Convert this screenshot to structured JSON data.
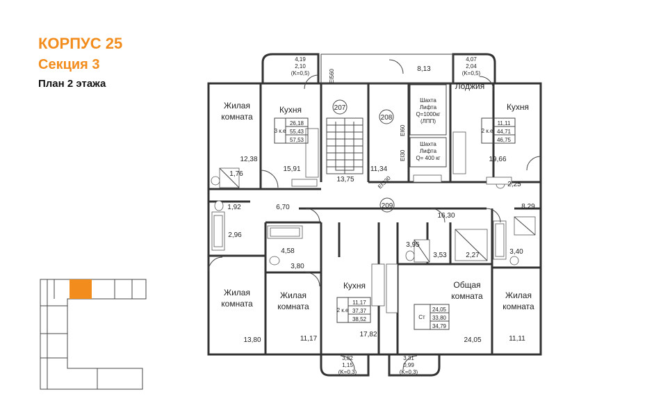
{
  "header": {
    "building": "КОРПУС 25",
    "section": "Секция 3",
    "floor_plan": "План 2 этажа"
  },
  "colors": {
    "accent": "#f28c1c",
    "wall": "#333333",
    "keyplan_highlight": "#f28c1c"
  },
  "rooms": {
    "living_tl": [
      "Жилая",
      "комната"
    ],
    "kitchen_tl": "Кухня",
    "kitchen_tr": "Кухня",
    "loggia_tr": "Лоджия",
    "living_bl": [
      "Жилая",
      "комната"
    ],
    "living_bl2": [
      "Жилая",
      "комната"
    ],
    "kitchen_bc": "Кухня",
    "common_room": [
      "Общая",
      "комната"
    ],
    "living_br": [
      "Жилая",
      "комната"
    ]
  },
  "areas": {
    "a1238": "12,38",
    "a1591": "15,91",
    "a1375": "13,75",
    "a1134": "11,34",
    "a1966": "19,66",
    "a176": "1,76",
    "a192": "1,92",
    "a296": "2,96",
    "a670": "6,70",
    "a458": "4,58",
    "a380": "3,80",
    "a1630": "16,30",
    "a829": "8,29",
    "a225": "2,25",
    "a395": "3,95",
    "a353": "3,53",
    "a227": "2,27",
    "a340": "3,40",
    "a1380": "13,80",
    "a1117": "11,17",
    "a1782": "17,82",
    "a2405": "24,05",
    "a1111": "11,11",
    "a813": "8,13"
  },
  "balconies": {
    "tl": [
      "4,19",
      "2,10",
      "(K=0,5)"
    ],
    "tr": [
      "4,07",
      "2,04",
      "(K=0,5)"
    ],
    "bl": [
      "3,82",
      "1,15",
      "(K=0,3)"
    ],
    "br": [
      "3,31",
      "0,99",
      "(K=0,3)"
    ]
  },
  "apartments": {
    "apt3": {
      "type": "3 к.е",
      "living": "26,18",
      "total": "55,43",
      "full": "57,53"
    },
    "apt2a": {
      "type": "2 к.е",
      "living": "11,11",
      "total": "44,71",
      "full": "46,75"
    },
    "apt2b": {
      "type": "2 к.е",
      "living": "11,17",
      "total": "37,37",
      "full": "38,52"
    },
    "studio": {
      "type": "Ст",
      "living": "24,05",
      "total": "33,80",
      "full": "34,79"
    }
  },
  "circles": {
    "c207": "207",
    "c208": "208",
    "c209": "209"
  },
  "elevators": {
    "big": [
      "Шахта",
      "Лифта",
      "Q=1000кг",
      "(ЛПП)"
    ],
    "small": [
      "Шахта",
      "Лифта",
      "Q= 400 кг"
    ]
  },
  "fire_labels": {
    "ei560": "EI560",
    "ei60": "EI60",
    "ei30": "EI30",
    "eis30": "EIS30"
  }
}
